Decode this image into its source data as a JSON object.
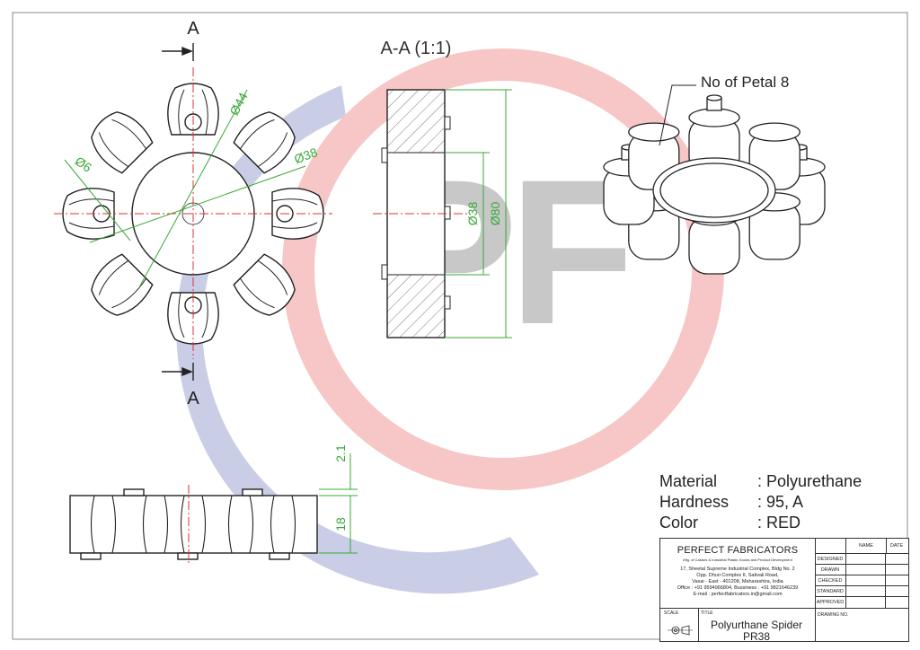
{
  "watermark": {
    "letters": "PF",
    "blue": "#c9cde6",
    "red": "#f7c6c6",
    "gray": "#c8c8c8"
  },
  "colors": {
    "line": "#222222",
    "center_line": "#e03030",
    "dimension": "#3aa83a"
  },
  "views": {
    "section_mark_top": "A",
    "section_mark_bottom": "A",
    "section_title": "A-A (1:1)",
    "front_dims": {
      "outer_dia": "Ø44",
      "inner_dia": "Ø38",
      "hole_dia": "Ø6"
    },
    "section_dims": {
      "bore": "Ø38",
      "outer": "Ø80"
    },
    "side_dims": {
      "boss_height": "2.1",
      "thickness": "18"
    },
    "iso_callout": "No of Petal 8"
  },
  "specs": [
    {
      "label": "Material",
      "value": ": Polyurethane"
    },
    {
      "label": "Hardness",
      "value": ": 95, A"
    },
    {
      "label": "Color",
      "value": ": RED"
    }
  ],
  "title_block": {
    "company": "PERFECT FABRICATORS",
    "tagline": "Mfg. of Castors & Industrial Plastic Goods and Product Development",
    "address_lines": [
      "17, Sheetal Supreme Industrial Complex, Bldg No. 2",
      "Opp. Dhuri Complex II, Sativali Road,",
      "Vasai - East - 401208, Maharashtra, India",
      "Office : +91 9594966804, Bussiness : +91 9821646239",
      "E-mail : perfectfabricators.in@gmail.com"
    ],
    "col_name": "NAME",
    "col_date": "DATE",
    "rows": [
      "DESIGNED",
      "DRAWN",
      "CHECKED",
      "STANDARD",
      "APPROVED"
    ],
    "scale_label": "SCALE",
    "title_label": "TITLE",
    "title_line1": "Polyurthane Spider",
    "title_line2": "PR38",
    "drawing_no_label": "DRAWING NO."
  }
}
